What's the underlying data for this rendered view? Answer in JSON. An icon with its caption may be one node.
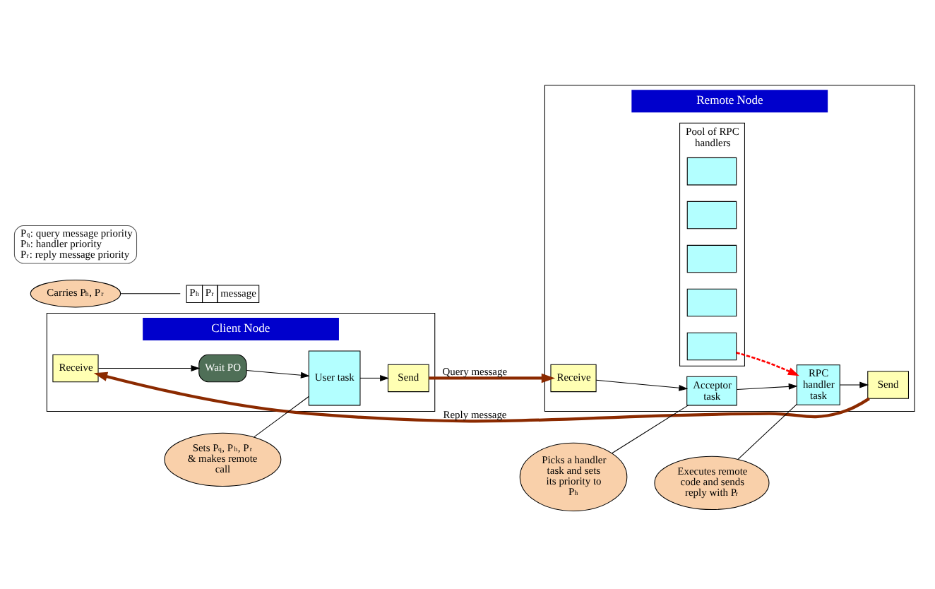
{
  "diagram": {
    "nodes": [
      {
        "text": [
          "Client Node"
        ]
      },
      {
        "text": [
          "User task"
        ],
        "in": 0
      },
      {
        "text": [
          "Send"
        ],
        "in": 0
      },
      {
        "text": [
          "Receive"
        ],
        "in": 0
      },
      {
        "text": [
          "Wait PO"
        ],
        "in": 0
      },
      {
        "text": [
          "Remote Node"
        ]
      },
      {
        "text": [
          "Acceptor task"
        ],
        "in": 5
      },
      {
        "text": [
          "Receive"
        ],
        "in": 5
      },
      {
        "text": [
          "Send"
        ],
        "in": 5
      },
      {
        "text": [
          "RPC handler task"
        ],
        "in": 5
      },
      {
        "text": [
          "Pool of RPC handlers"
        ],
        "in": 5
      },
      {
        "text": [],
        "shape": "box",
        "in": 10
      },
      {
        "text": [],
        "shape": "box",
        "in": 10
      },
      {
        "text": [],
        "shape": "box",
        "in": 10
      },
      {
        "text": [],
        "shape": "box",
        "in": 10
      },
      {
        "text": [],
        "shape": "box",
        "in": 10
      },
      {
        "text": [
          "P$_{h}$",
          "P$_{r}$",
          "message"
        ]
      },
      {
        "text": [
          "Sets P$_{q}$, P$_{h}$, P$_{r}$ & makes remote call"
        ]
      },
      {
        "text": [
          "Carries P$_{h}$, P$_{r}$"
        ]
      },
      {
        "text": [
          "Picks a handler task and sets its priority to P$_{h}$"
        ]
      },
      {
        "text": [
          "Executes remote code and sends reply with P$_{r}$"
        ]
      },
      {
        "text": [
          "P$_{q}$: query message priority",
          "P$_{h}$: handler priority",
          "P$_{r}$: reply message priority"
        ]
      }
    ],
    "edges": [
      {
        "from": 1,
        "to": 2,
        "arrow": "to"
      },
      {
        "from": 2,
        "to": 7,
        "arrow": "to",
        "label": "Query message",
        "style": "thick",
        "color": "#8b2a00"
      },
      {
        "from": 7,
        "to": 6,
        "arrow": "to"
      },
      {
        "from": 6,
        "to": 9,
        "arrow": "to"
      },
      {
        "from": 9,
        "to": 8,
        "arrow": "to"
      },
      {
        "from": 8,
        "to": 3,
        "arrow": "to",
        "label": "Reply message",
        "style": "thick",
        "color": "#8b2a00"
      },
      {
        "from": 3,
        "to": 4,
        "arrow": "to"
      },
      {
        "from": 4,
        "to": 1,
        "arrow": "to"
      },
      {
        "from": 15,
        "to": 9,
        "arrow": "to",
        "style": "dashed",
        "color": "#ff0000"
      },
      {
        "from": 17,
        "to": 1,
        "arrow": "none"
      },
      {
        "from": 18,
        "to": 16,
        "arrow": "none"
      },
      {
        "from": 19,
        "to": 6,
        "arrow": "none"
      },
      {
        "from": 20,
        "to": 9,
        "arrow": "none"
      }
    ]
  }
}
